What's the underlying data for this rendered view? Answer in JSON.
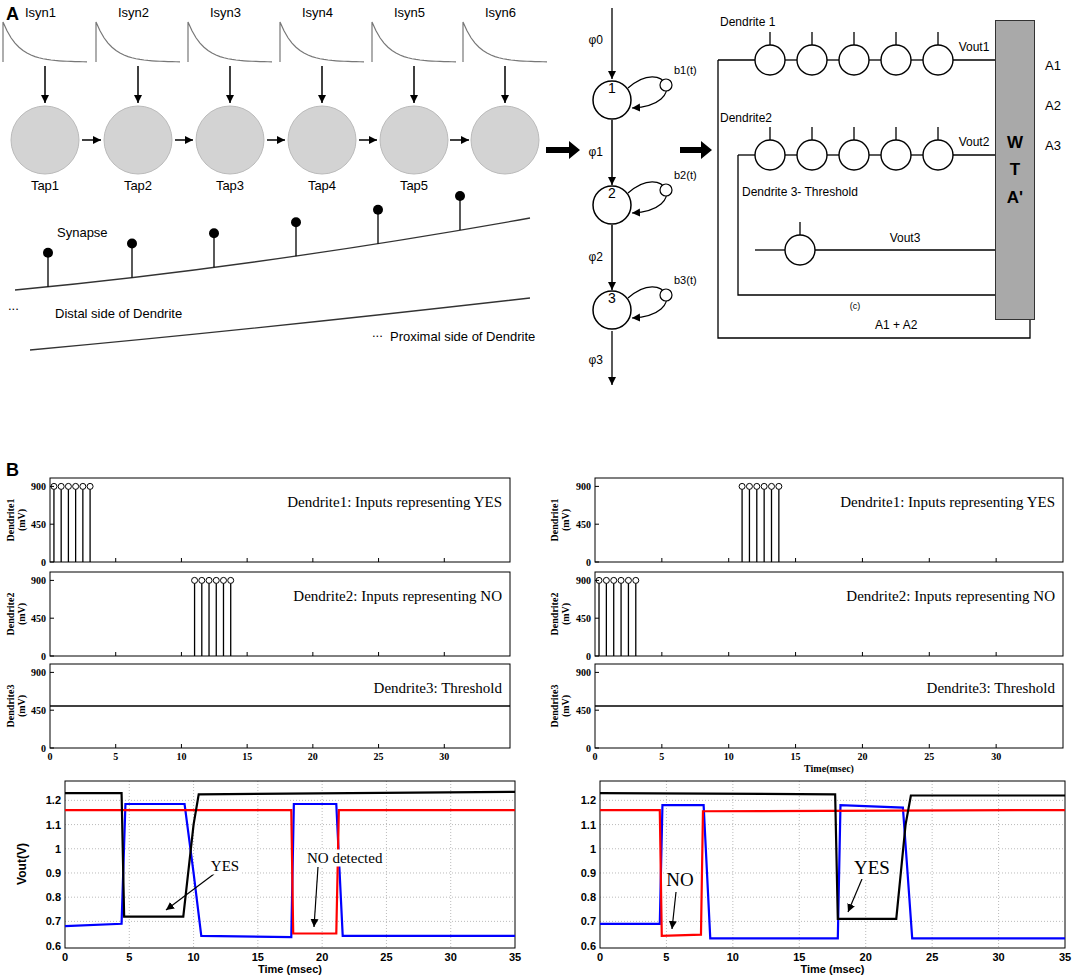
{
  "diagram": {
    "nodes": [
      {
        "text": [
          "Tap1"
        ]
      },
      {
        "text": [
          "Tap2"
        ]
      },
      {
        "text": [
          "Tap3"
        ]
      },
      {
        "text": [
          "Tap4"
        ]
      },
      {
        "text": [
          "Tap5"
        ]
      },
      {
        "text": [
          "1"
        ]
      },
      {
        "text": [
          "2"
        ]
      },
      {
        "text": [
          "3"
        ]
      },
      {
        "text": [
          "W T A'"
        ]
      }
    ],
    "edges": [
      {
        "from": 0,
        "to": 1,
        "arrow": "to"
      },
      {
        "from": 1,
        "to": 2,
        "arrow": "to"
      },
      {
        "from": 2,
        "to": 3,
        "arrow": "to"
      },
      {
        "from": 3,
        "to": 4,
        "arrow": "to"
      },
      {
        "from": 5,
        "to": 6,
        "arrow": "to"
      },
      {
        "from": 6,
        "to": 7,
        "arrow": "to"
      }
    ],
    "labels": [
      "A",
      "Isyn1",
      "Isyn2",
      "Isyn3",
      "Isyn4",
      "Isyn5",
      "Isyn6",
      "Synapse",
      "...",
      "Distal side of Dendrite",
      "...",
      "Proximal side of Dendrite",
      "φ0",
      "φ1",
      "φ2",
      "φ3",
      "b1(t)",
      "b2(t)",
      "b3(t)",
      "Dendrite 1",
      "Dendrite2",
      "Dendrite 3- Threshold",
      "Vout1",
      "Vout2",
      "Vout3",
      "A1",
      "A2",
      "A3",
      "(c)",
      "A1 + A2",
      "B",
      "Dendrite1 (mV)",
      "900",
      "450",
      "0",
      "Dendrite1: Inputs representing YES",
      "Dendrite2 (mV)",
      "900",
      "450",
      "0",
      "Dendrite2: Inputs representing NO",
      "Dendrite3 (mV)",
      "900",
      "450",
      "0",
      "Dendrite3: Threshold",
      "0",
      "5",
      "10",
      "15",
      "20",
      "25",
      "30",
      "Dendrite1 (mV)",
      "900",
      "450",
      "0",
      "Dendrite1: Inputs representing YES",
      "Dendrite2 (mV)",
      "900",
      "450",
      "0",
      "Dendrite2: Inputs representing NO",
      "Dendrite3 (mV)",
      "900",
      "450",
      "0",
      "Dendrite3: Threshold",
      "0",
      "5",
      "10",
      "15",
      "20",
      "25",
      "30",
      "Time(msec)",
      "0.6",
      "0.7",
      "0.8",
      "0.9",
      "1",
      "1.1",
      "1.2",
      "Vout(V)",
      "0",
      "5",
      "10",
      "15",
      "20",
      "25",
      "30",
      "35",
      "Time (msec)",
      "YES",
      "NO detected",
      "0.6",
      "0.7",
      "0.8",
      "0.9",
      "1",
      "1.1",
      "1.2",
      "0",
      "5",
      "10",
      "15",
      "20",
      "25",
      "30",
      "35",
      "Time (msec)",
      "NO",
      "YES"
    ]
  }
}
